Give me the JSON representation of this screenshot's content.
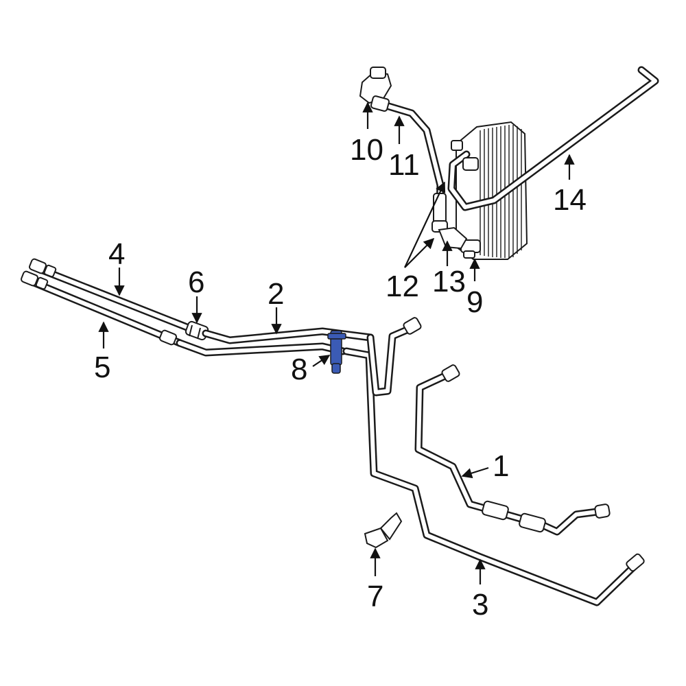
{
  "callouts": {
    "c1": "1",
    "c2": "2",
    "c3": "3",
    "c4": "4",
    "c5": "5",
    "c6": "6",
    "c7": "7",
    "c8": "8",
    "c9": "9",
    "c10": "10",
    "c11": "11",
    "c12": "12",
    "c13": "13",
    "c14": "14"
  },
  "colors": {
    "line": "#1a1a1a",
    "highlight": "#3b5bb5",
    "background": "#ffffff"
  }
}
